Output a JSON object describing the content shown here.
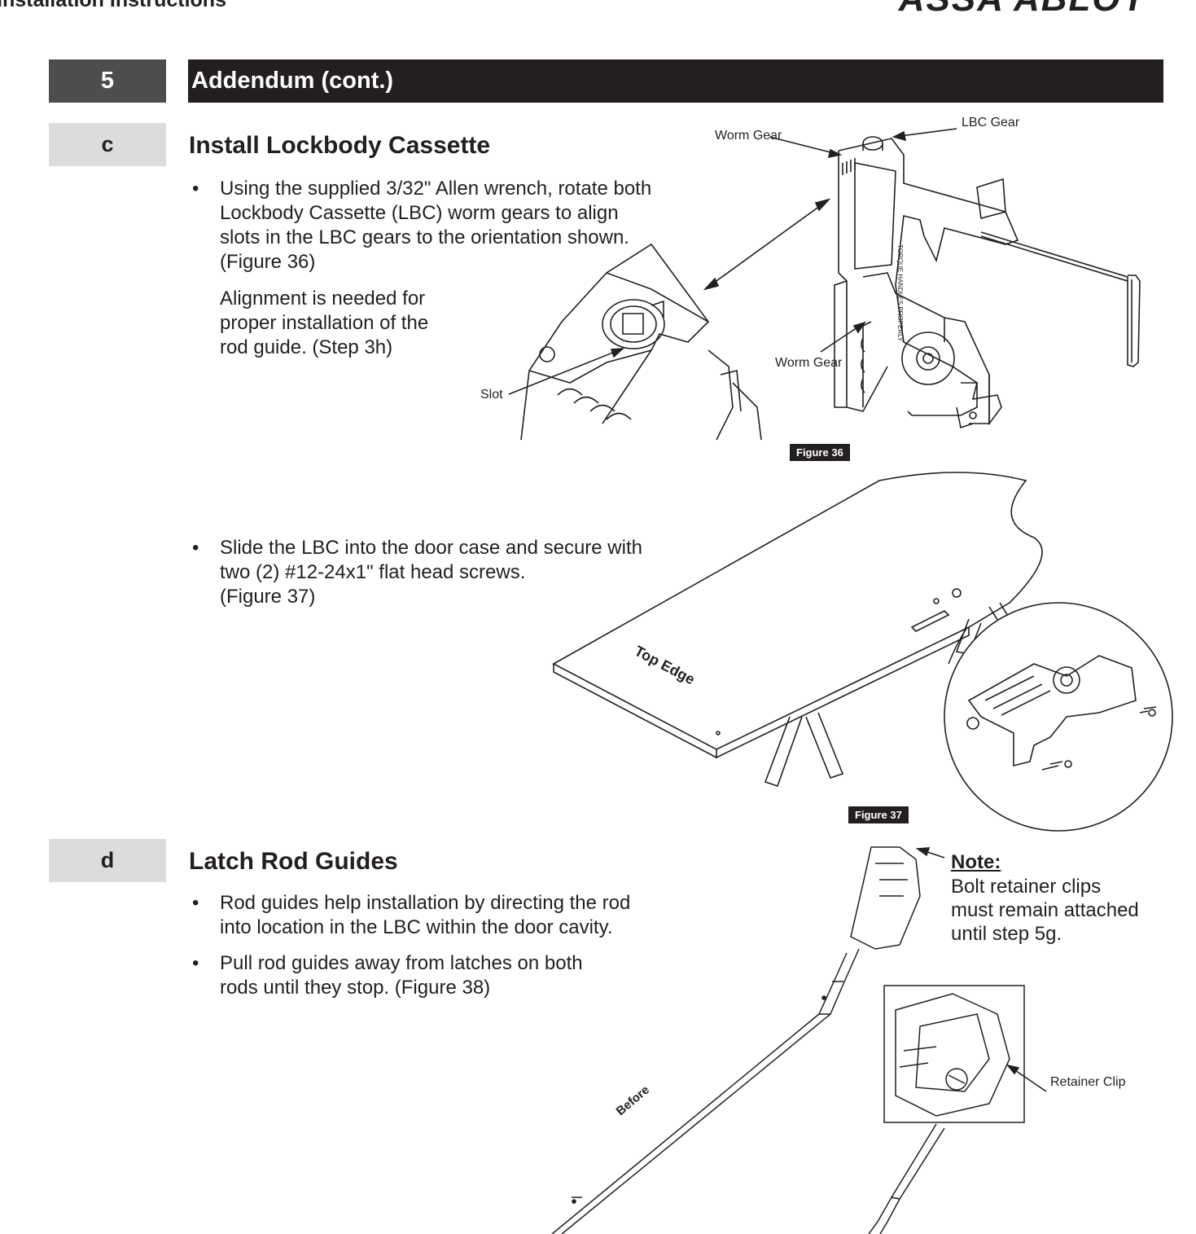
{
  "header": {
    "left": "Installation Instructions",
    "right": "ASSA ABLOY"
  },
  "section": {
    "number": "5",
    "title": "Addendum (cont.)"
  },
  "step_c": {
    "letter": "c",
    "heading": "Install Lockbody Cassette",
    "bullet1": [
      "Using the supplied 3/32\" Allen wrench, rotate both",
      "Lockbody Cassette (LBC) worm gears to align",
      "slots in the LBC gears to the orientation shown.",
      "(Figure 36)"
    ],
    "para": [
      "Alignment is needed for",
      "proper installation of  the",
      "rod guide. (Step 3h)"
    ],
    "bullet2": [
      "Slide the LBC into the door case and secure with",
      "two (2) #12-24x1\" flat head screws.",
      "(Figure 37)"
    ]
  },
  "figure36": {
    "label": "Figure 36",
    "callouts": {
      "worm_gear_top": "Worm Gear",
      "lbc_gear": "LBC Gear",
      "worm_gear_bottom": "Worm Gear",
      "slot": "Slot"
    }
  },
  "figure37": {
    "label": "Figure 37",
    "door_text": "Top Edge"
  },
  "step_d": {
    "letter": "d",
    "heading": "Latch Rod Guides",
    "bullet1": [
      "Rod guides help installation by directing the rod",
      "into location in the LBC within the door cavity."
    ],
    "bullet2": [
      "Pull rod guides away from latches on both",
      "rods until they stop. (Figure 38)"
    ]
  },
  "figure38": {
    "note_title": "Note:",
    "note_lines": [
      "Bolt retainer clips",
      "must remain attached",
      "until step 5g."
    ],
    "retainer_clip": "Retainer Clip",
    "rod_text": "Before"
  }
}
